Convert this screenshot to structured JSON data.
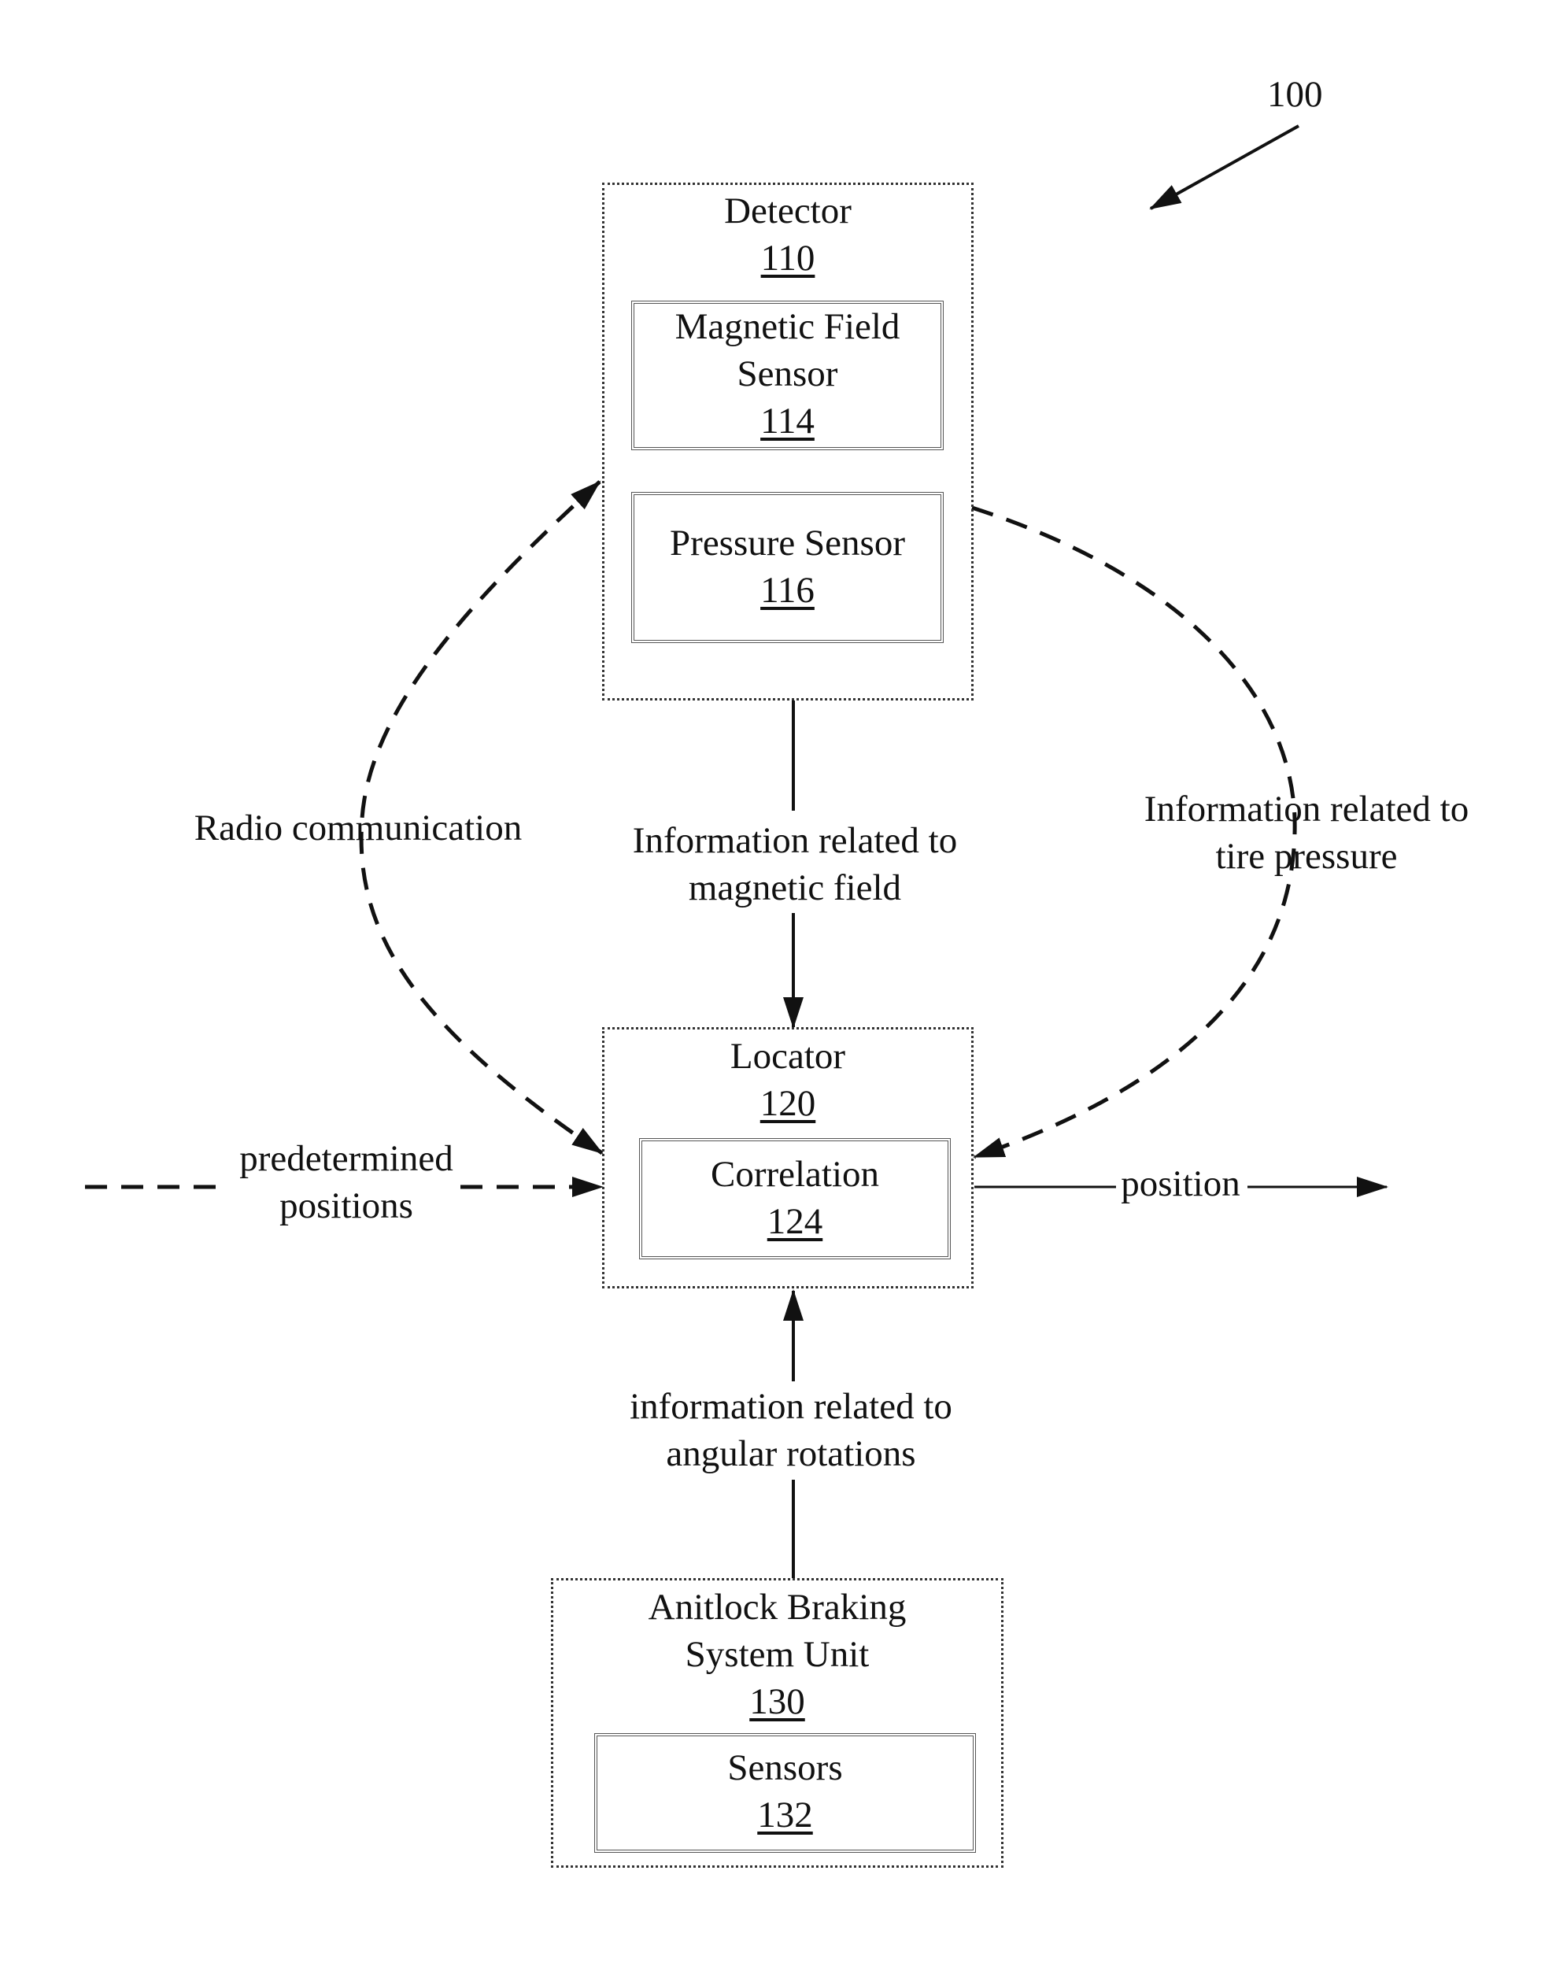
{
  "figure_ref": "100",
  "nodes": {
    "detector": {
      "title": "Detector",
      "ref": "110"
    },
    "magnetic_field_sensor": {
      "title_line1": "Magnetic Field",
      "title_line2": "Sensor",
      "ref": "114"
    },
    "pressure_sensor": {
      "title": "Pressure Sensor",
      "ref": "116"
    },
    "locator": {
      "title": "Locator",
      "ref": "120"
    },
    "correlation": {
      "title": "Correlation",
      "ref": "124"
    },
    "abs_unit": {
      "title_line1": "Anitlock Braking",
      "title_line2": "System Unit",
      "ref": "130"
    },
    "sensors": {
      "title": "Sensors",
      "ref": "132"
    }
  },
  "edges": {
    "radio_communication": "Radio communication",
    "magnetic_info_line1": "Information related to",
    "magnetic_info_line2": "magnetic field",
    "tire_pressure_line1": "Information related to",
    "tire_pressure_line2": "tire pressure",
    "predetermined_line1": "predetermined",
    "predetermined_line2": "positions",
    "position": "position",
    "angular_line1": "information related to",
    "angular_line2": "angular rotations"
  }
}
